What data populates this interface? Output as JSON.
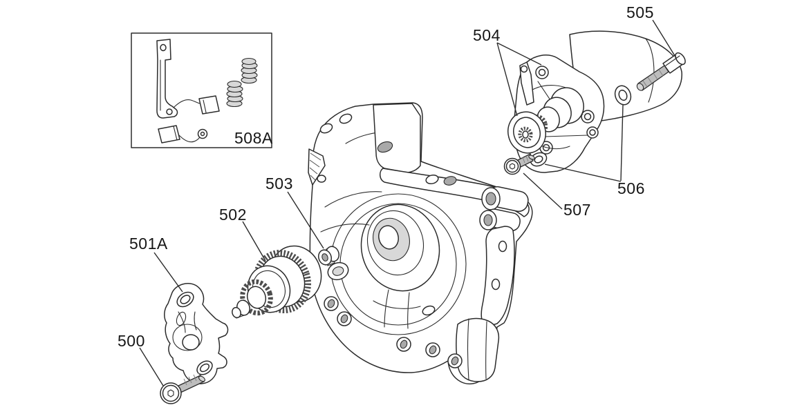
{
  "callouts": {
    "c500": {
      "label": "500"
    },
    "c501A": {
      "label": "501A"
    },
    "c502": {
      "label": "502"
    },
    "c503": {
      "label": "503"
    },
    "c504": {
      "label": "504"
    },
    "c505": {
      "label": "505"
    },
    "c506": {
      "label": "506"
    },
    "c507": {
      "label": "507"
    },
    "c508A": {
      "label": "508A"
    }
  },
  "colors": {
    "line": "#2b2b2b",
    "background": "#ffffff",
    "metal_shade": "#bdbdbd",
    "dark_detail": "#555555"
  }
}
